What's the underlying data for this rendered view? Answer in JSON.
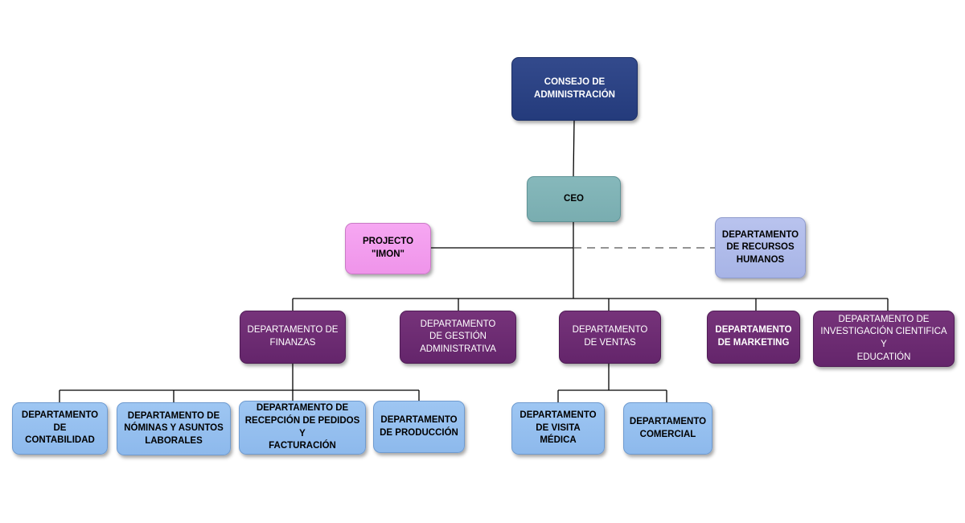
{
  "nodes": {
    "consejo": "CONSEJO DE\nADMINISTRACIÓN",
    "ceo": "CEO",
    "projecto": "PROJECTO\n\"IMON\"",
    "rrhh": "DEPARTAMENTO\nDE RECURSOS\nHUMANOS",
    "finanzas": "DEPARTAMENTO DE\nFINANZAS",
    "gestion": "DEPARTAMENTO\nDE GESTIÓN\nADMINISTRATIVA",
    "ventas": "DEPARTAMENTO\nDE VENTAS",
    "marketing": "DEPARTAMENTO\nDE MARKETING",
    "investigacion": "DEPARTAMENTO DE\nINVESTIGACIÓN CIENTIFICA Y\nEDUCATIÓN",
    "contabilidad": "DEPARTAMENTO\nDE CONTABILIDAD",
    "nominas": "DEPARTAMENTO DE\nNÓMINAS Y ASUNTOS\nLABORALES",
    "recepcion": "DEPARTAMENTO DE\nRECEPCIÓN DE PEDIDOS Y\nFACTURACIÓN",
    "produccion": "DEPARTAMENTO\nDE PRODUCCIÓN",
    "visita": "DEPARTAMENTO\nDE VISITA MÉDICA",
    "comercial": "DEPARTAMENTO\nCOMERCIAL"
  },
  "colors": {
    "board": "#2b4283",
    "ceo": "#80b3b6",
    "project": "#f29cee",
    "hr": "#b0bbea",
    "department": "#6b2b71",
    "sub_department": "#95bfef",
    "connector": "#000000",
    "dashed_connector": "#555555"
  }
}
